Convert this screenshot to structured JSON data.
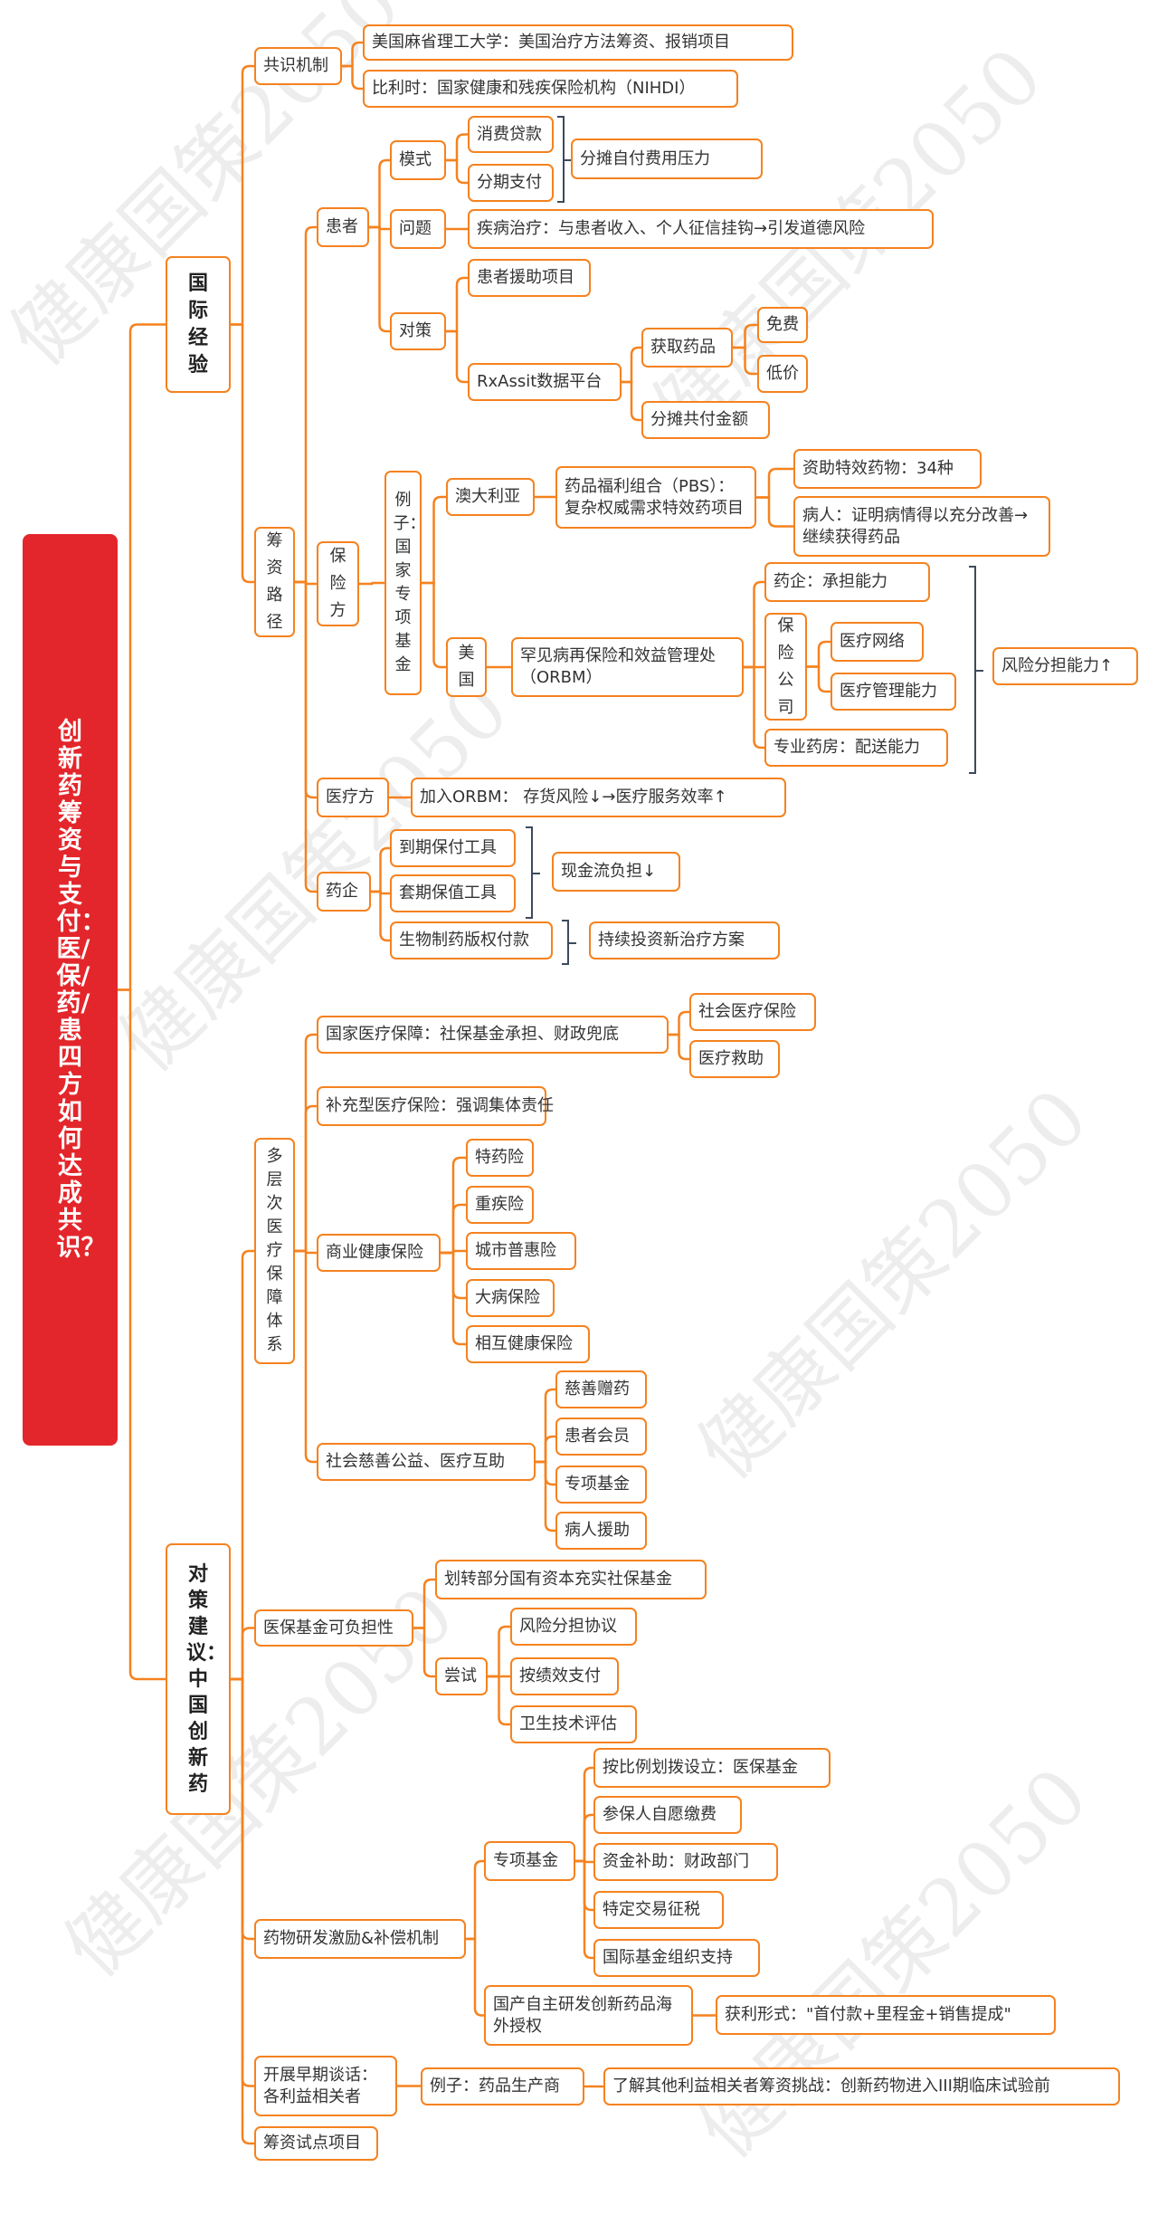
{
  "watermark": "健康国策2050",
  "colors": {
    "accent": "#f5821f",
    "root": "#e3262b",
    "bracket": "#3d4a5c"
  },
  "root": "创新药筹资与支付：医/保/药/患四方如何达成共识？",
  "intl": {
    "label": "国际经验",
    "consensus": {
      "label": "共识机制",
      "items": [
        "美国麻省理工大学：美国治疗方法筹资、报销项目",
        "比利时：国家健康和残疾保险机构（NIHDI）"
      ]
    },
    "financing": {
      "label": "筹资路径",
      "patient": {
        "label": "患者",
        "mode": {
          "label": "模式",
          "items": [
            "消费贷款",
            "分期支付"
          ],
          "result": "分摊自付费用压力"
        },
        "problem": {
          "label": "问题",
          "text": "疾病治疗：与患者收入、个人征信挂钩→引发道德风险"
        },
        "measures": {
          "label": "对策",
          "assist": "患者援助项目",
          "platform": "RxAssit数据平台",
          "get_drugs": "获取药品",
          "free": "免费",
          "low_price": "低价",
          "share": "分摊共付金额"
        }
      },
      "insurer": {
        "label": "保险方",
        "example": "例子：国家专项基金",
        "australia": {
          "label": "澳大利亚",
          "pbs": "药品福利组合（PBS）：复杂权威需求特效药项目",
          "funded": "资助特效药物：34种",
          "patient": "病人：证明病情得以充分改善→继续获得药品"
        },
        "usa": {
          "label": "美国",
          "orbm": "罕见病再保险和效益管理处（ORBM）",
          "pharma": "药企：承担能力",
          "insurer_co": "保险公司",
          "network": "医疗网络",
          "mgmt": "医疗管理能力",
          "pharmacy": "专业药房：配送能力",
          "result": "风险分担能力↑"
        }
      },
      "provider": {
        "label": "医疗方",
        "text": "加入ORBM： 存货风险↓→医疗服务效率↑"
      },
      "pharma": {
        "label": "药企",
        "tool1": "到期保付工具",
        "tool2": "套期保值工具",
        "cash": "现金流负担↓",
        "royalty": "生物制药版权付款",
        "invest": "持续投资新治疗方案"
      }
    }
  },
  "cn": {
    "label": "对策建议：中国创新药",
    "multi": {
      "label": "多层次医疗保障体系",
      "national": "国家医疗保障：社保基金承担、财政兜底",
      "social_ins": "社会医疗保险",
      "aid": "医疗救助",
      "supplement": "补充型医疗保险：强调集体责任",
      "commercial": {
        "label": "商业健康保险",
        "items": [
          "特药险",
          "重疾险",
          "城市普惠险",
          "大病保险",
          "相互健康保险"
        ]
      },
      "charity": {
        "label": "社会慈善公益、医疗互助",
        "items": [
          "慈善赠药",
          "患者会员",
          "专项基金",
          "病人援助"
        ]
      }
    },
    "afford": {
      "label": "医保基金可负担性",
      "transfer": "划转部分国有资本充实社保基金",
      "try": "尝试",
      "items": [
        "风险分担协议",
        "按绩效支付",
        "卫生技术评估"
      ]
    },
    "rnd": {
      "label": "药物研发激励&补偿机制",
      "fund": {
        "label": "专项基金",
        "items": [
          "按比例划拨设立：医保基金",
          "参保人自愿缴费",
          "资金补助：财政部门",
          "特定交易征税",
          "国际基金组织支持"
        ]
      },
      "license": "国产自主研发创新药品海外授权",
      "profit": "获利形式：\"首付款+里程金+销售提成\""
    },
    "talk": {
      "label": "开展早期谈话：各利益相关者",
      "example": "例子：药品生产商",
      "learn": "了解其他利益相关者筹资挑战：创新药物进入III期临床试验前"
    },
    "pilot": "筹资试点项目"
  }
}
